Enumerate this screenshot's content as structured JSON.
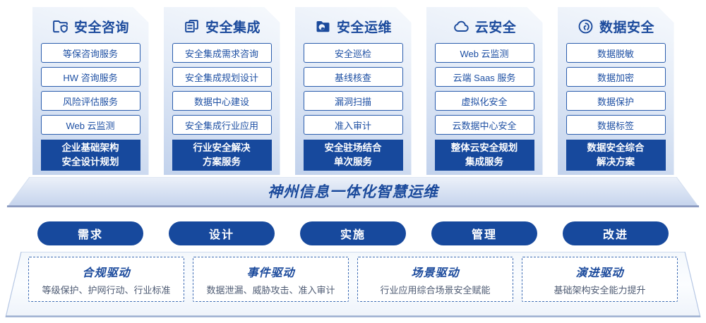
{
  "colors": {
    "navy": "#17499d",
    "title_blue": "#1b4a9c",
    "item_border": "#2b5dad",
    "item_text": "#1d4fa3",
    "desc_text": "#4e5b73",
    "banner_gradient_top": "#eaf0f9",
    "banner_gradient_bottom": "#c3d2ec",
    "banner_bottom_line": "#8696bd",
    "card_gradient_top": "#f6f9fd",
    "card_gradient_bottom": "#c2d2ec"
  },
  "columns": [
    {
      "icon": "folder-shield-icon",
      "title": "安全咨询",
      "items": [
        "等保咨询服务",
        "HW 咨询服务",
        "风险评估服务",
        "Web 云监测"
      ],
      "highlight_lines": [
        "企业基础架构",
        "安全设计规划"
      ]
    },
    {
      "icon": "documents-icon",
      "title": "安全集成",
      "items": [
        "安全集成需求咨询",
        "安全集成规划设计",
        "数据中心建设",
        "安全集成行业应用"
      ],
      "highlight_lines": [
        "行业安全解决",
        "方案服务"
      ]
    },
    {
      "icon": "folder-chart-icon",
      "title": "安全运维",
      "items": [
        "安全巡检",
        "基线核查",
        "漏洞扫描",
        "准入审计"
      ],
      "highlight_lines": [
        "安全驻场结合",
        "单次服务"
      ]
    },
    {
      "icon": "cloud-icon",
      "title": "云安全",
      "items": [
        "Web 云监测",
        "云端 Saas 服务",
        "虚拟化安全",
        "云数据中心安全"
      ],
      "highlight_lines": [
        "整体云安全规划",
        "集成服务"
      ]
    },
    {
      "icon": "fingerprint-icon",
      "title": "数据安全",
      "items": [
        "数据脱敏",
        "数据加密",
        "数据保护",
        "数据标签"
      ],
      "highlight_lines": [
        "数据安全综合",
        "解决方案"
      ]
    }
  ],
  "banner": {
    "title": "神州信息一体化智慧运维"
  },
  "phases": [
    {
      "label": "需求"
    },
    {
      "label": "设计"
    },
    {
      "label": "实施"
    },
    {
      "label": "管理"
    },
    {
      "label": "改进"
    }
  ],
  "drivers": [
    {
      "title": "合规驱动",
      "desc": "等级保护、护网行动、行业标准"
    },
    {
      "title": "事件驱动",
      "desc": "数据泄漏、威胁攻击、准入审计"
    },
    {
      "title": "场景驱动",
      "desc": "行业应用综合场景安全赋能"
    },
    {
      "title": "演进驱动",
      "desc": "基础架构安全能力提升"
    }
  ]
}
